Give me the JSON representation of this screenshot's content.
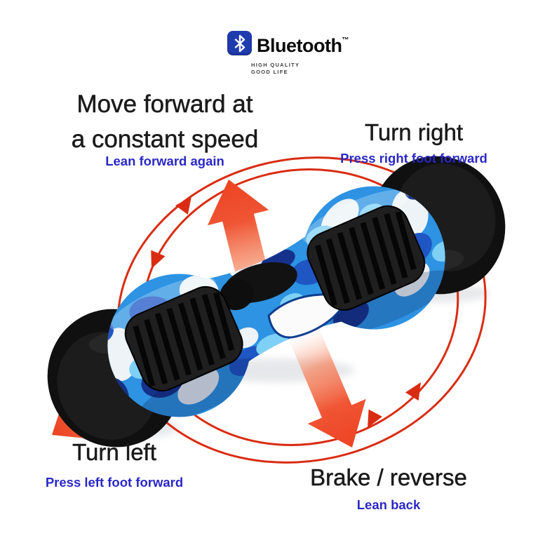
{
  "header": {
    "bluetooth_label": "Bluetooth",
    "trademark": "™",
    "tagline_line1": "HIGH QUALITY",
    "tagline_line2": "GOOD LIFE"
  },
  "annotations": {
    "move_forward": {
      "title_line1": "Move forward at",
      "title_line2": "a constant speed",
      "subtitle": "Lean forward again"
    },
    "turn_right": {
      "title": "Turn right",
      "subtitle": "Press right foot forward"
    },
    "turn_left": {
      "title": "Turn left",
      "subtitle": "Press left foot forward"
    },
    "brake_reverse": {
      "title": "Brake / reverse",
      "subtitle": "Lean back"
    }
  },
  "colors": {
    "background": "#ffffff",
    "arrow_orange": "#ee4a29",
    "rotation_ring_red": "#d92c12",
    "title_text": "#1b1b1b",
    "subtitle_text": "#2b28c6",
    "bluetooth_badge_blue": "#1f3cae",
    "board_camo_blue": "#2d93e2"
  }
}
